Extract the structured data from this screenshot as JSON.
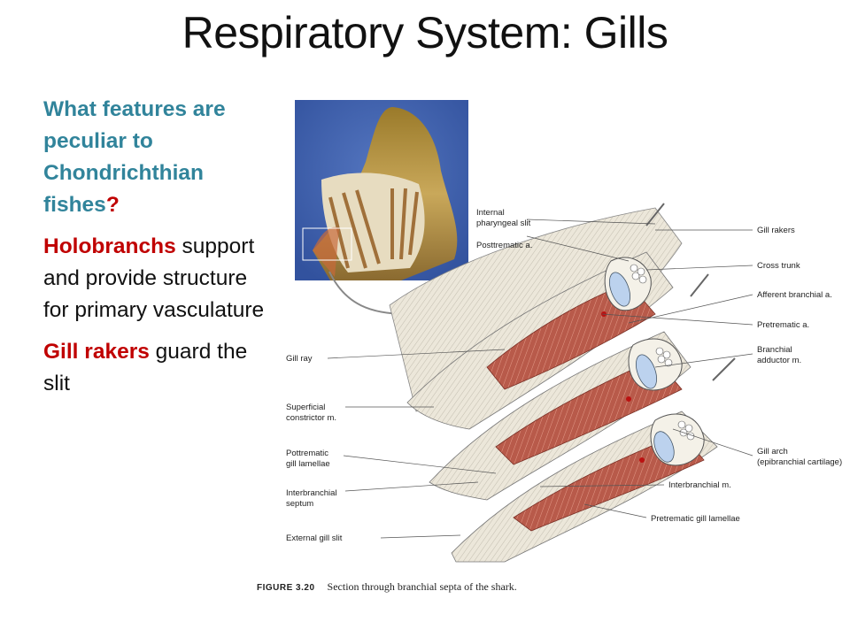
{
  "slide": {
    "title": "Respiratory System: Gills",
    "question": "What features are peculiar to Chondrichthian fishes",
    "question_mark": "?",
    "holobranchs_term": "Holobranchs",
    "holobranchs_text": " support and provide structure for primary vasculature",
    "gill_rakers_term": "Gill rakers",
    "gill_rakers_text": " guard the slit"
  },
  "figure": {
    "caption_number": "FIGURE 3.20",
    "caption_text": "Section through branchial septa of the shark.",
    "labels_left": [
      "Internal",
      "pharyngeal slit",
      "Posttrematic a.",
      "Gill ray",
      "Superficial",
      "constrictor m.",
      "Pottrematic",
      "gill lamellae",
      "Interbranchial",
      "septum",
      "External gill slit"
    ],
    "labels_right": [
      "Gill rakers",
      "Cross trunk",
      "Afferent branchial a.",
      "Pretrematic a.",
      "Branchial",
      "adductor m.",
      "Gill arch",
      "(epibranchial cartilage)",
      "Interbranchial m.",
      "Pretrematic gill lamellae"
    ]
  },
  "colors": {
    "question": "#31849b",
    "emphasis": "#c00000",
    "photo_background": "#3a5aa8",
    "muscle": "#b85a4a",
    "tissue": "#e8e4d8"
  }
}
